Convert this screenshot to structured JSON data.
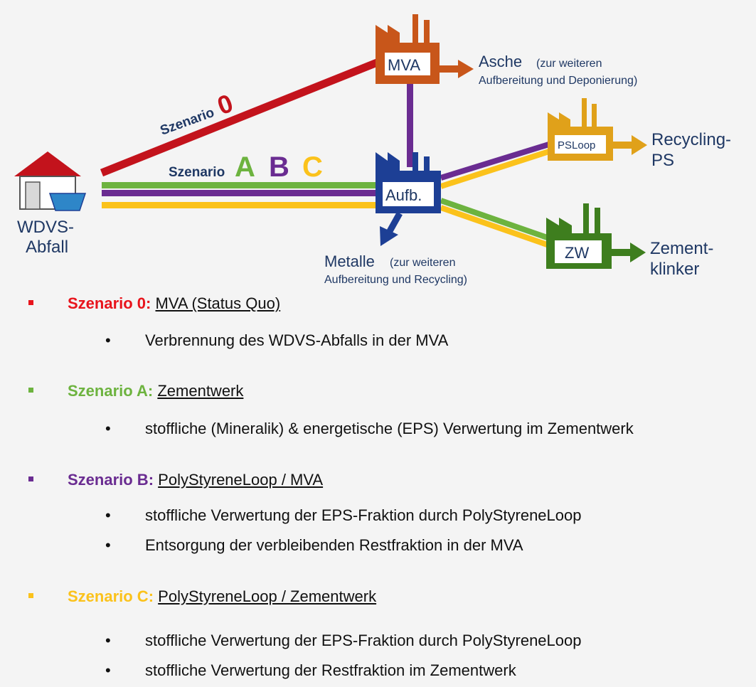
{
  "colors": {
    "red": "#c3131c",
    "green": "#6db33f",
    "purple": "#6a2c91",
    "yellow": "#fbc21b",
    "orange_mva": "#c8561a",
    "blue_aufb": "#1d3f95",
    "gold_psloop": "#e0a11a",
    "green_zw": "#3e7e1e",
    "navy_text": "#1f3864"
  },
  "diagram": {
    "source": {
      "label_line1": "WDVS-",
      "label_line2": "Abfall",
      "icon": "house-with-container-icon"
    },
    "scenario0": {
      "prefix": "Szenario",
      "number": "0"
    },
    "scenarioABC": {
      "prefix": "Szenario",
      "a": "A",
      "b": "B",
      "c": "C"
    },
    "mva": {
      "label": "MVA",
      "icon": "factory-icon"
    },
    "aufb": {
      "label": "Aufb.",
      "icon": "factory-icon"
    },
    "psloop": {
      "label": "PSLoop",
      "icon": "factory-icon"
    },
    "zw": {
      "label": "ZW",
      "icon": "factory-icon"
    },
    "asche": {
      "main": "Asche",
      "note1": "(zur weiteren",
      "note2": "Aufbereitung und Deponierung)"
    },
    "metalle": {
      "main": "Metalle",
      "note1": "(zur weiteren",
      "note2": "Aufbereitung und Recycling)"
    },
    "recycling": {
      "line1": "Recycling-",
      "line2": "PS"
    },
    "zement": {
      "line1": "Zement-",
      "line2": "klinker"
    }
  },
  "scenarios": [
    {
      "name": "Szenario 0:",
      "desc": "MVA (Status Quo)",
      "bullets": [
        "Verbrennung des WDVS-Abfalls in der MVA"
      ]
    },
    {
      "name": "Szenario A:",
      "desc": "Zementwerk",
      "bullets": [
        "stoffliche (Mineralik) & energetische (EPS) Verwertung im Zementwerk"
      ]
    },
    {
      "name": "Szenario B:",
      "desc": "PolyStyreneLoop / MVA",
      "bullets": [
        "stoffliche Verwertung der EPS-Fraktion durch PolyStyreneLoop",
        "Entsorgung der verbleibenden Restfraktion in der MVA"
      ]
    },
    {
      "name": "Szenario C:",
      "desc": "PolyStyreneLoop / Zementwerk",
      "bullets": [
        "stoffliche Verwertung der EPS-Fraktion durch PolyStyreneLoop",
        "stoffliche Verwertung der Restfraktion im Zementwerk"
      ]
    }
  ],
  "bullet_glyph": "•"
}
